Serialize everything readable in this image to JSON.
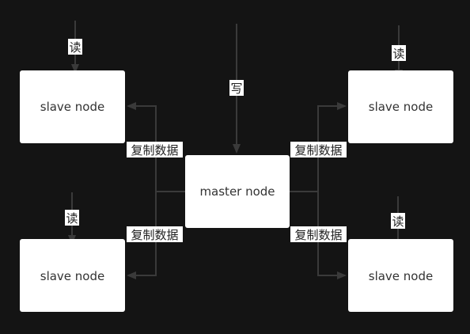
{
  "nodes": {
    "master": "master node",
    "slave_top_left": "slave node",
    "slave_bottom_left": "slave node",
    "slave_top_right": "slave node",
    "slave_bottom_right": "slave node"
  },
  "edge_labels": {
    "write": "写",
    "read": "读",
    "replicate": "复制数据"
  },
  "colors": {
    "background": "#141414",
    "node_fill": "#ffffff",
    "line": "#3a3a3a",
    "text": "#333333"
  }
}
